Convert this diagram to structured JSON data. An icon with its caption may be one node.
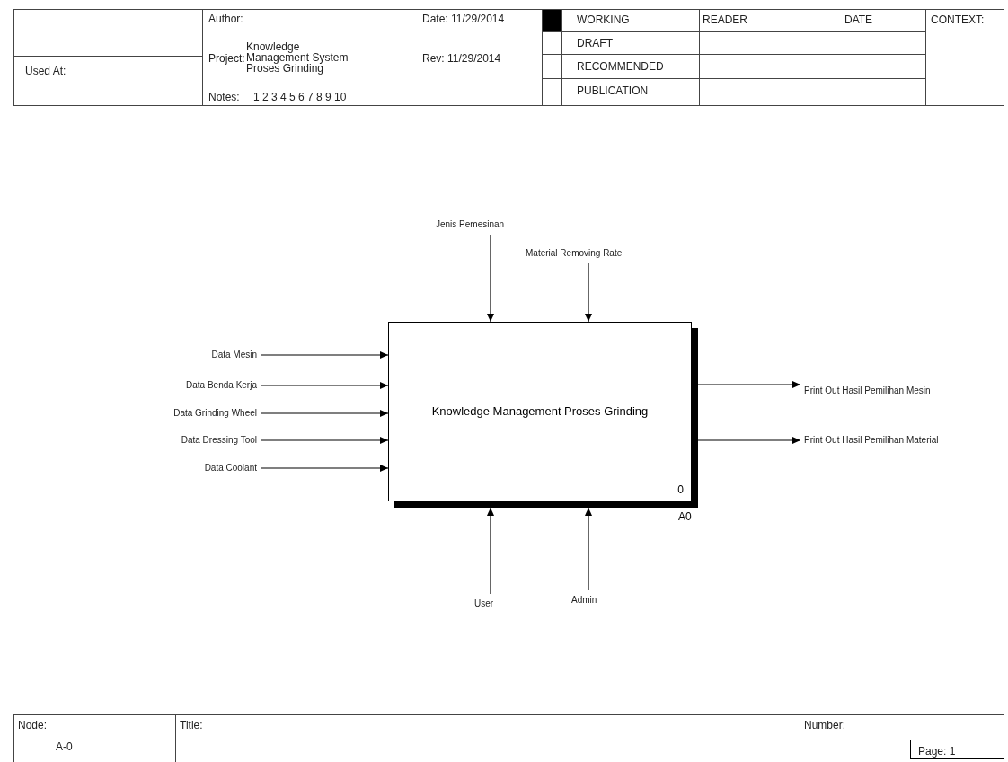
{
  "diagram": {
    "nodes": [
      {
        "text": [
          "Knowledge Management Proses Grinding",
          "0"
        ],
        "beside": [
          "A0"
        ]
      },
      {
        "text": [
          "Data Mesin"
        ]
      },
      {
        "text": [
          "Data Benda Kerja"
        ]
      },
      {
        "text": [
          "Data Grinding Wheel"
        ]
      },
      {
        "text": [
          "Data Dressing Tool"
        ]
      },
      {
        "text": [
          "Data Coolant"
        ]
      },
      {
        "text": [
          "Jenis Pemesinan"
        ]
      },
      {
        "text": [
          "Material Removing Rate"
        ]
      },
      {
        "text": [
          "Print Out Hasil Pemilihan Mesin"
        ]
      },
      {
        "text": [
          "Print Out Hasil Pemilihan Material"
        ]
      },
      {
        "text": [
          "User"
        ]
      },
      {
        "text": [
          "Admin"
        ]
      }
    ],
    "edges": [
      {
        "from": 1,
        "to": 0,
        "arrow": "to"
      },
      {
        "from": 2,
        "to": 0,
        "arrow": "to"
      },
      {
        "from": 3,
        "to": 0,
        "arrow": "to"
      },
      {
        "from": 4,
        "to": 0,
        "arrow": "to"
      },
      {
        "from": 5,
        "to": 0,
        "arrow": "to"
      },
      {
        "from": 6,
        "to": 0,
        "arrow": "to"
      },
      {
        "from": 7,
        "to": 0,
        "arrow": "to"
      },
      {
        "from": 0,
        "to": 8,
        "arrow": "to"
      },
      {
        "from": 0,
        "to": 9,
        "arrow": "to"
      },
      {
        "from": 10,
        "to": 0,
        "arrow": "to"
      },
      {
        "from": 11,
        "to": 0,
        "arrow": "to"
      }
    ],
    "labels": [
      "Author:",
      "Date: 11/29/2014",
      "Project:",
      "Knowledge Management System Proses Grinding",
      "Rev: 11/29/2014",
      "Used At:",
      "Notes:",
      "1 2 3 4 5 6 7 8 9 10",
      "WORKING",
      "READER",
      "DATE",
      "CONTEXT:",
      "DRAFT",
      "RECOMMENDED",
      "PUBLICATION",
      "Node:",
      "A-0",
      "Title:",
      "Number:",
      "Page: 1"
    ]
  }
}
